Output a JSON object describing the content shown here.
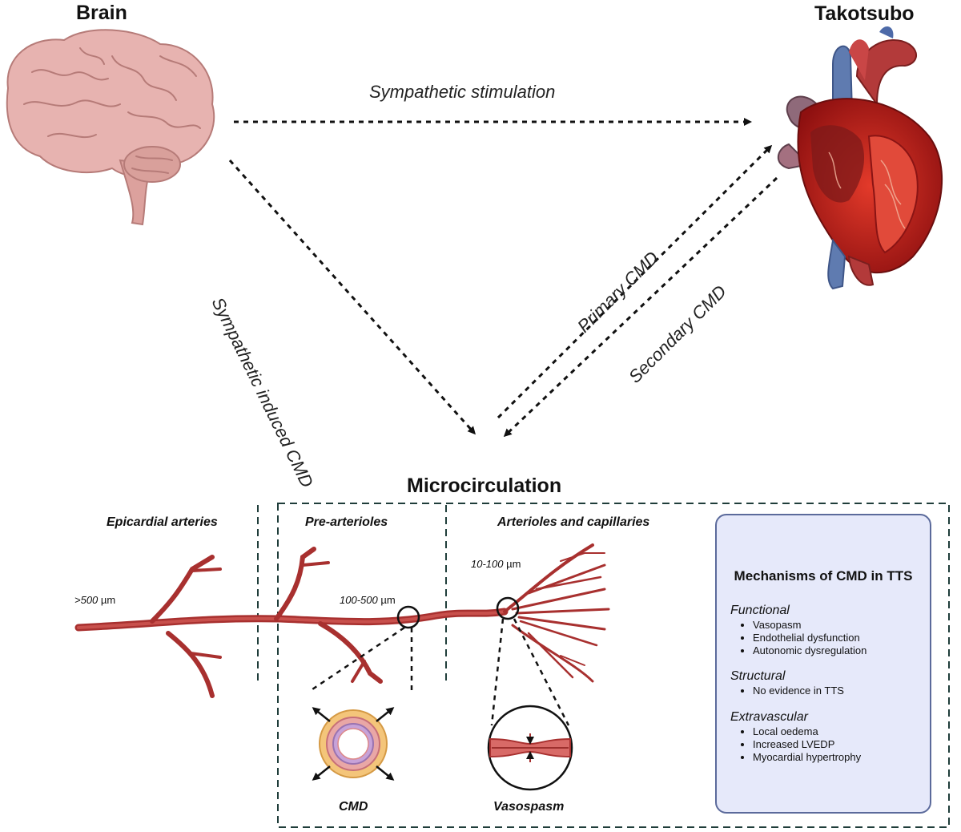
{
  "nodes": {
    "brain": "Brain",
    "takotsubo": "Takotsubo",
    "microcirculation": "Microcirculation"
  },
  "arrows": {
    "sympathetic_stimulation": "Sympathetic stimulation",
    "sympathetic_induced_cmd": "Sympathetic induced CMD",
    "primary_cmd": "Primary CMD",
    "secondary_cmd": "Secondary CMD"
  },
  "vessel_sections": {
    "epicardial": "Epicardial arteries",
    "pre_arterioles": "Pre-arterioles",
    "arterioles_capillaries": "Arterioles and capillaries"
  },
  "size_labels": {
    "epicardial": {
      "value": ">500",
      "unit": " µm"
    },
    "pre_arterioles": {
      "value": "100-500",
      "unit": " µm"
    },
    "arterioles": {
      "value": "10-100",
      "unit": " µm"
    }
  },
  "insets": {
    "cmd": "CMD",
    "vasospasm": "Vasospasm"
  },
  "mechanisms": {
    "title": "Mechanisms of CMD in TTS",
    "groups": [
      {
        "heading": "Functional",
        "items": [
          "Vasopasm",
          "Endothelial dysfunction",
          "Autonomic dysregulation"
        ]
      },
      {
        "heading": "Structural",
        "items": [
          "No evidence in TTS"
        ]
      },
      {
        "heading": "Extravascular",
        "items": [
          "Local oedema",
          "Increased LVEDP",
          "Myocardial hypertrophy"
        ]
      }
    ]
  },
  "colors": {
    "vessel": "#a8302f",
    "brain": "#e7b3b0",
    "heart_red": "#c21d1d",
    "box_fill": "#e6e9fa",
    "box_border": "#5b6a9b",
    "dashed_frame": "#1f3d3a"
  }
}
